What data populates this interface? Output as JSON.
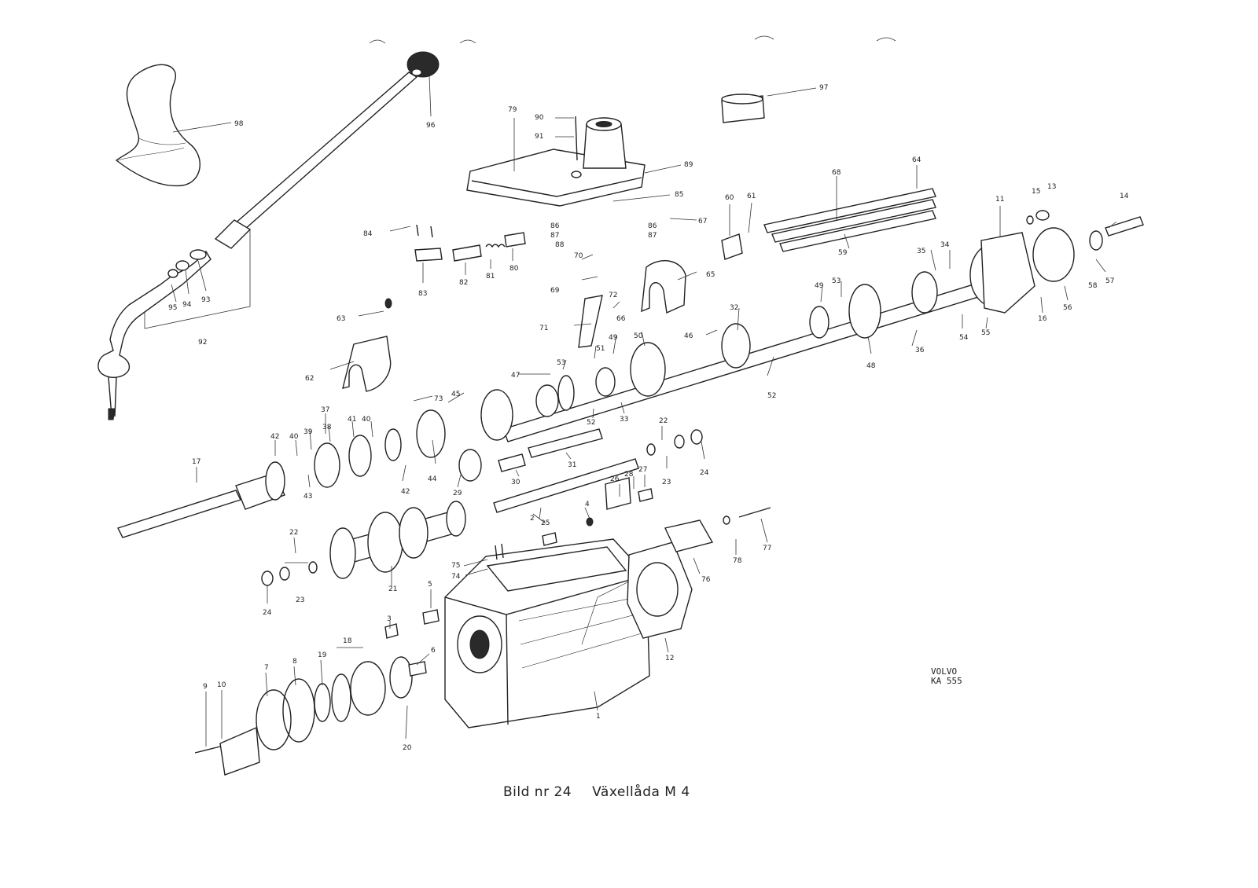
{
  "figure": {
    "caption_number": "Bild nr 24",
    "caption_title": "Växellåda M 4",
    "brand": "VOLVO",
    "reference": "KA 555"
  },
  "callouts": [
    "98",
    "96",
    "79",
    "90",
    "91",
    "97",
    "89",
    "64",
    "68",
    "85",
    "60",
    "61",
    "67",
    "86",
    "87",
    "86",
    "87",
    "88",
    "84",
    "83",
    "82",
    "81",
    "80",
    "70",
    "69",
    "65",
    "66",
    "72",
    "71",
    "63",
    "62",
    "59",
    "11",
    "15",
    "13",
    "14",
    "35",
    "34",
    "49",
    "53",
    "32",
    "46",
    "50",
    "49",
    "51",
    "53",
    "47",
    "73",
    "45",
    "52",
    "48",
    "36",
    "54",
    "55",
    "16",
    "56",
    "58",
    "57",
    "33",
    "52",
    "37",
    "42",
    "40",
    "39",
    "38",
    "41",
    "40",
    "44",
    "42",
    "43",
    "29",
    "30",
    "31",
    "22",
    "23",
    "24",
    "17",
    "4",
    "26",
    "28",
    "27",
    "25",
    "2",
    "22",
    "23",
    "24",
    "21",
    "75",
    "74",
    "5",
    "3",
    "6",
    "76",
    "78",
    "77",
    "12",
    "1",
    "9",
    "10",
    "7",
    "8",
    "19",
    "18",
    "20",
    "95",
    "94",
    "93",
    "92"
  ]
}
